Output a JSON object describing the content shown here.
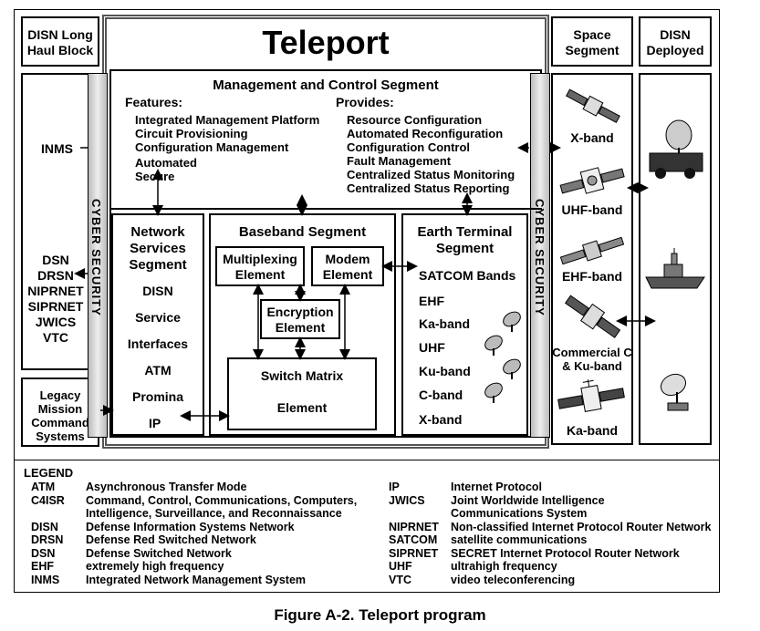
{
  "title": "Teleport",
  "caption": "Figure A-2. Teleport program",
  "side_label": "CYBER SECURITY",
  "left_top_header": [
    "DISN Long",
    "Haul Block"
  ],
  "left_inms": "INMS",
  "left_networks": [
    "DSN",
    "DRSN",
    "NIPRNET",
    "SIPRNET",
    "JWICS",
    "VTC"
  ],
  "legacy": [
    "Legacy",
    "Mission",
    "Command",
    "Systems"
  ],
  "space_header": [
    "Space",
    "Segment"
  ],
  "deployed_header": [
    "DISN",
    "Deployed"
  ],
  "mgmt": {
    "title": "Management and Control Segment",
    "features_label": "Features:",
    "features": [
      "Integrated Management Platform",
      "Circuit Provisioning",
      "Configuration Management",
      "Automated",
      "Secure"
    ],
    "provides_label": "Provides:",
    "provides": [
      "Resource Configuration",
      "Automated Reconfiguration",
      "Configuration Control",
      "Fault Management",
      "Centralized Status Monitoring",
      "Centralized Status Reporting"
    ]
  },
  "network_services": {
    "title": [
      "Network",
      "Services",
      "Segment"
    ],
    "items": [
      "DISN",
      "Service",
      "Interfaces",
      "ATM",
      "Promina",
      "IP"
    ]
  },
  "baseband": {
    "title": "Baseband Segment",
    "multiplexing": [
      "Multiplexing",
      "Element"
    ],
    "modem": [
      "Modem",
      "Element"
    ],
    "encryption": [
      "Encryption",
      "Element"
    ],
    "switch": [
      "Switch Matrix",
      "Element"
    ]
  },
  "earth_terminal": {
    "title": [
      "Earth Terminal",
      "Segment"
    ],
    "satcom": "SATCOM Bands",
    "bands": [
      "EHF",
      "Ka-band",
      "UHF",
      "Ku-band",
      "C-band",
      "X-band"
    ]
  },
  "space_items": [
    "X-band",
    "UHF-band",
    "EHF-band",
    "Commercial C & Ku-band",
    "Ka-band"
  ],
  "legend": {
    "title": "LEGEND",
    "left": [
      {
        "abbr": "ATM",
        "def": [
          "Asynchronous Transfer Mode"
        ]
      },
      {
        "abbr": "C4ISR",
        "def": [
          "Command, Control, Communications, Computers,",
          "Intelligence, Surveillance, and Reconnaissance"
        ]
      },
      {
        "abbr": "DISN",
        "def": [
          "Defense Information Systems Network"
        ]
      },
      {
        "abbr": "DRSN",
        "def": [
          "Defense Red Switched Network"
        ]
      },
      {
        "abbr": "DSN",
        "def": [
          "Defense Switched Network"
        ]
      },
      {
        "abbr": "EHF",
        "def": [
          "extremely high frequency"
        ]
      },
      {
        "abbr": "INMS",
        "def": [
          "Integrated Network Management System"
        ]
      }
    ],
    "right": [
      {
        "abbr": "IP",
        "def": [
          "Internet Protocol"
        ]
      },
      {
        "abbr": "JWICS",
        "def": [
          "Joint Worldwide Intelligence",
          "Communications System"
        ]
      },
      {
        "abbr": "NIPRNET",
        "def": [
          "Non-classified Internet Protocol Router Network"
        ]
      },
      {
        "abbr": "SATCOM",
        "def": [
          "satellite communications"
        ]
      },
      {
        "abbr": "SIPRNET",
        "def": [
          "SECRET Internet Protocol Router Network"
        ]
      },
      {
        "abbr": "UHF",
        "def": [
          "ultrahigh frequency"
        ]
      },
      {
        "abbr": "VTC",
        "def": [
          "video teleconferencing"
        ]
      }
    ]
  }
}
